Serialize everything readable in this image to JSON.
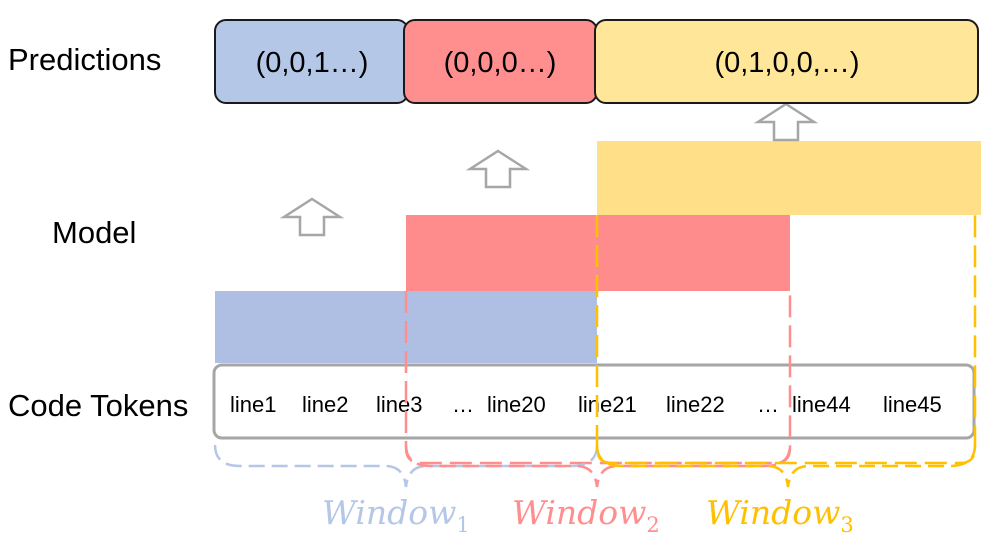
{
  "labels": {
    "predictions": "Predictions",
    "model": "Model",
    "code_tokens": "Code Tokens"
  },
  "predictions": [
    {
      "text": "(0,0,1…)",
      "color": "#b4c7e7"
    },
    {
      "text": "(0,0,0…)",
      "color": "#ff8f8f"
    },
    {
      "text": "(0,1,0,0,…)",
      "color": "#ffe699"
    }
  ],
  "tokens": [
    "line1",
    "line2",
    "line3",
    "…",
    "line20",
    "line21",
    "line22",
    "…",
    "line44",
    "line45"
  ],
  "windows": [
    {
      "name": "Window",
      "sub": "1",
      "color": "#b4c7e7",
      "model_color": "#aebfe3"
    },
    {
      "name": "Window",
      "sub": "2",
      "color": "#ff8f8f",
      "model_color": "#ff8c8c"
    },
    {
      "name": "Window",
      "sub": "3",
      "color": "#ffd966",
      "model_color": "#ffe089"
    }
  ],
  "colors": {
    "box_border": "#1a1a1a",
    "token_border": "#a6a6a6",
    "arrow": "#a6a6a6",
    "window1_dash": "#b4c7e7",
    "window2_dash": "#ff8f8f",
    "window3_dash": "#ffc000"
  }
}
